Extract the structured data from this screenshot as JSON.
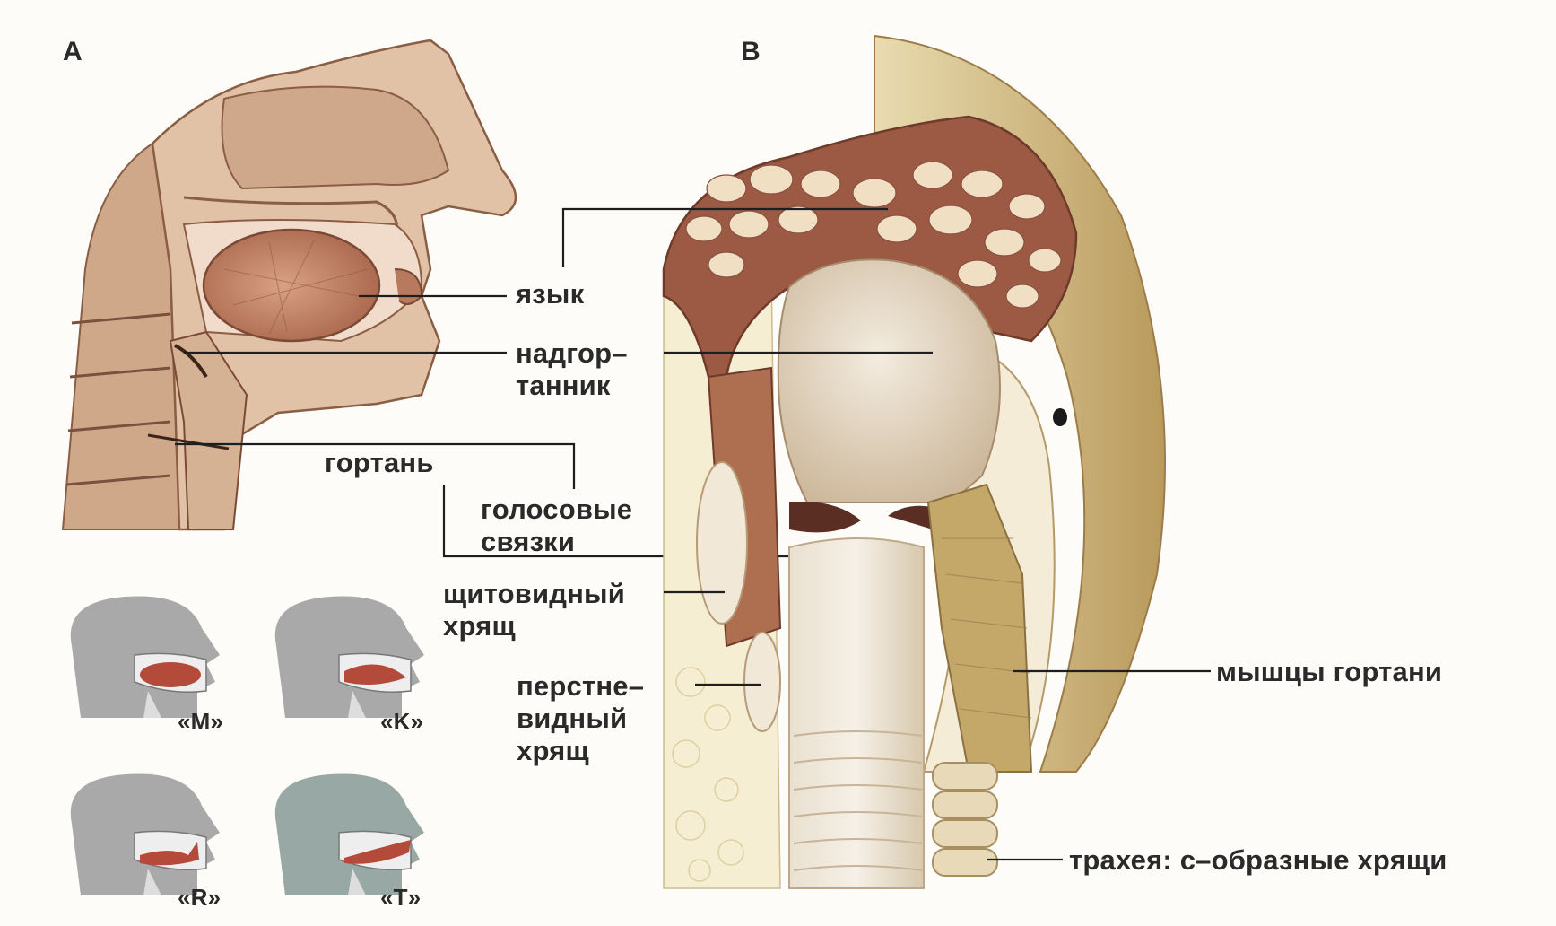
{
  "panels": {
    "a": {
      "letter": "A"
    },
    "b": {
      "letter": "B"
    }
  },
  "labels": {
    "tongue": "язык",
    "epiglottis_1": "надгор–",
    "epiglottis_2": "танник",
    "larynx": "гортань",
    "vocal_cords_1": "голосовые",
    "vocal_cords_2": "связки",
    "thyroid_1": "щитовидный",
    "thyroid_2": "хрящ",
    "cricoid_1": "перстне–",
    "cricoid_2": "видный",
    "cricoid_3": "хрящ",
    "larynx_muscles": "мышцы гортани",
    "trachea": "трахея: с–образные хрящи"
  },
  "sounds": {
    "m": "«M»",
    "k": "«K»",
    "r": "«R»",
    "t": "«T»"
  },
  "colors": {
    "background": "#fdfcf8",
    "flesh": "#d9b79a",
    "flesh_dark": "#a8765a",
    "tongue": "#c98d6e",
    "muscle_tan": "#c9b27a",
    "cartilage": "#f0e6d6",
    "silhouette_gray": "#a9a9a9",
    "mouth_red": "#b34a3a",
    "leader_line": "#1e1e1e"
  }
}
